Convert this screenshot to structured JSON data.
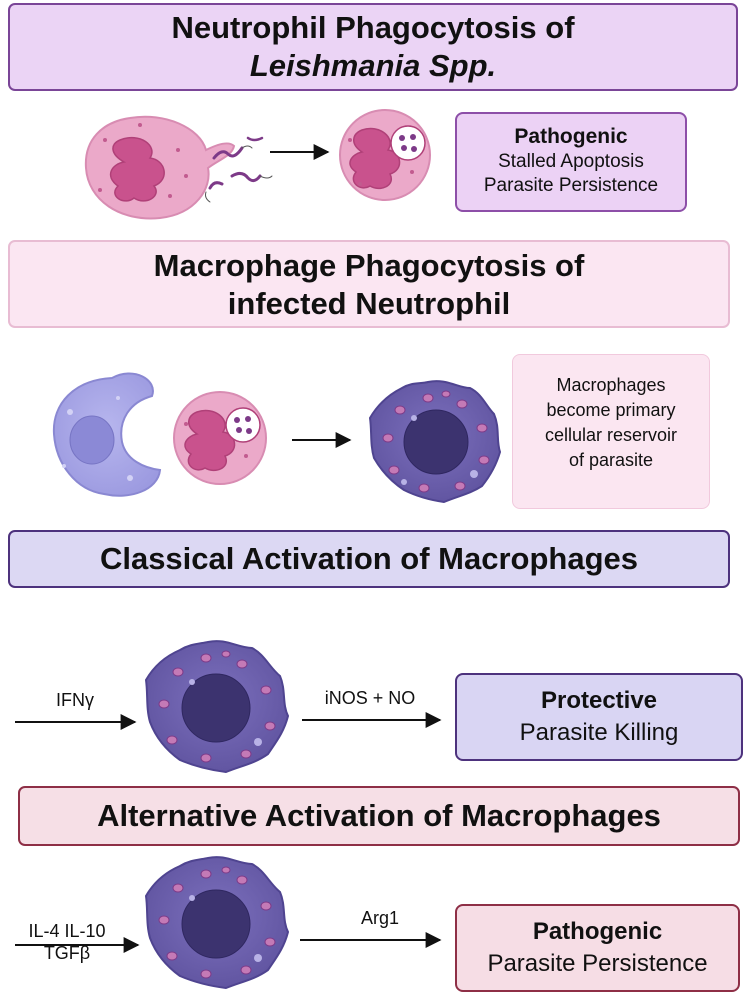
{
  "sections": [
    {
      "title_line1": "Neutrophil Phagocytosis of",
      "title_line2": "Leishmania Spp.",
      "outcome": {
        "heading": "Pathogenic",
        "line1": "Stalled Apoptosis",
        "line2": "Parasite Persistence"
      }
    },
    {
      "title_line1": "Macrophage Phagocytosis of",
      "title_line2": "infected Neutrophil",
      "outcome": {
        "line1": "Macrophages",
        "line2": "become primary",
        "line3": "cellular reservoir",
        "line4": "of parasite"
      }
    },
    {
      "title": "Classical Activation of Macrophages",
      "input_label": "IFNγ",
      "mediator_label": "iNOS + NO",
      "outcome": {
        "heading": "Protective",
        "line1": "Parasite Killing"
      }
    },
    {
      "title": "Alternative Activation of Macrophages",
      "input_label_line1": "IL-4 IL-10",
      "input_label_line2": "TGFβ",
      "mediator_label": "Arg1",
      "outcome": {
        "heading": "Pathogenic",
        "line1": "Parasite Persistence"
      }
    }
  ],
  "colors": {
    "neutrophil": "#e9a6c8",
    "neutrophil_nucleus": "#c7548e",
    "macrophage_light": "#a6a5e6",
    "macrophage_infected": "#6c5fae",
    "macrophage_nucleus": "#3b326f",
    "parasite": "#7d3a88"
  }
}
